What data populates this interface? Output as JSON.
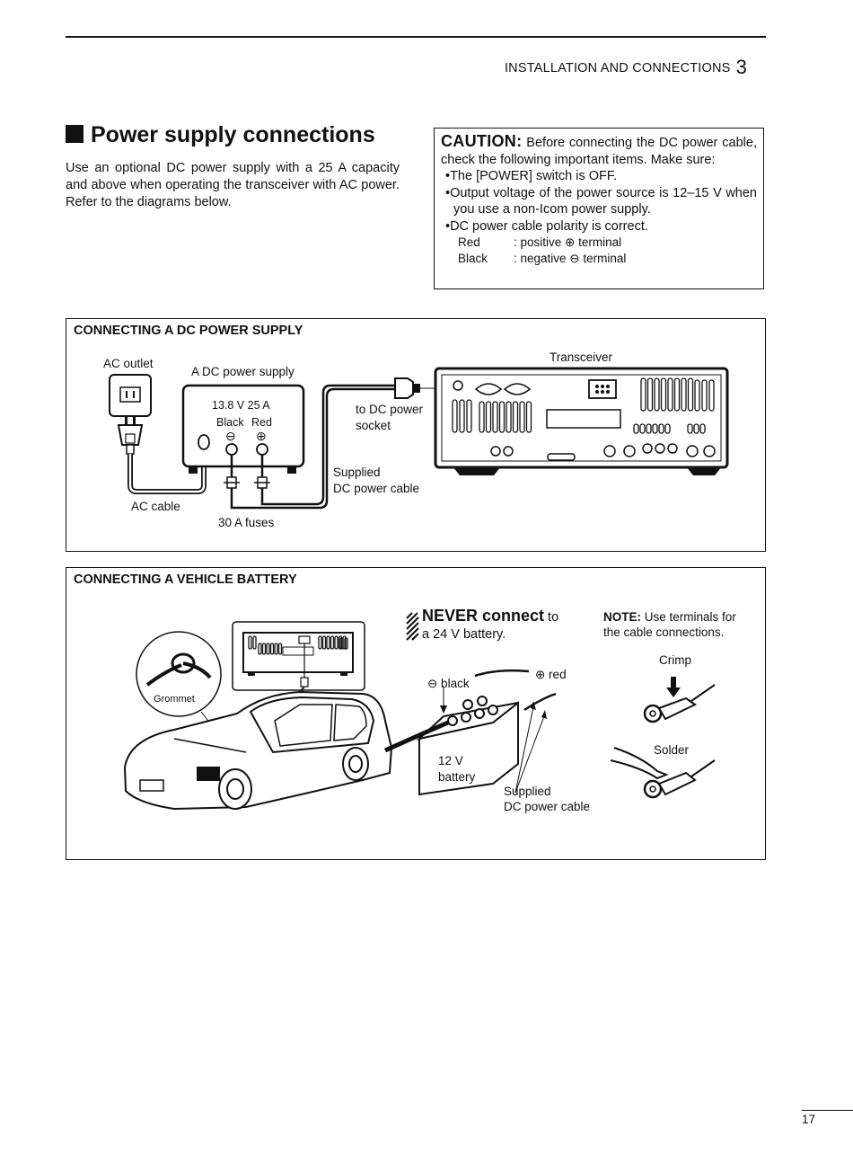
{
  "header": {
    "section": "INSTALLATION AND CONNECTIONS",
    "chapter": "3"
  },
  "title": "Power supply connections",
  "intro": "Use an optional DC power supply with a 25 A capacity and above when operating the transceiver with AC power. Refer to the diagrams below.",
  "caution": {
    "title": "CAUTION:",
    "text": " Before connecting the DC power cable, check the following important items. Make sure:",
    "bullets": [
      "The [POWER] switch is OFF.",
      "Output voltage of the power source is 12–15 V when you use a non-Icom power supply.",
      "DC power cable polarity is correct."
    ],
    "polarity": [
      {
        "color": "Red",
        "desc": ": positive ⊕ terminal"
      },
      {
        "color": "Black",
        "desc": ": negative ⊖ terminal"
      }
    ]
  },
  "panel_dc": {
    "title": "CONNECTING A DC POWER SUPPLY",
    "ac_outlet": "AC outlet",
    "psu": "A DC power supply",
    "rating": "13.8 V  25 A",
    "black": "Black",
    "red": "Red",
    "minus": "⊖",
    "plus": "⊕",
    "transceiver": "Transceiver",
    "to_socket_1": "to DC power",
    "to_socket_2": "socket",
    "supplied_1": "Supplied",
    "supplied_2": "DC power cable",
    "ac_cable": "AC cable",
    "fuses": "30 A fuses"
  },
  "panel_battery": {
    "title": "CONNECTING A VEHICLE BATTERY",
    "never_bold": "NEVER connect",
    "never_1": " to",
    "never_2": "a 24 V battery.",
    "note_bold": "NOTE:",
    "note_1": " Use terminals for",
    "note_2": "the cable connections.",
    "crimp": "Crimp",
    "solder": "Solder",
    "black": "⊖ black",
    "red": "⊕ red",
    "battery_1": "12 V",
    "battery_2": "battery",
    "supplied_1": "Supplied",
    "supplied_2": "DC power cable",
    "grommet": "Grommet"
  },
  "page_number": "17"
}
